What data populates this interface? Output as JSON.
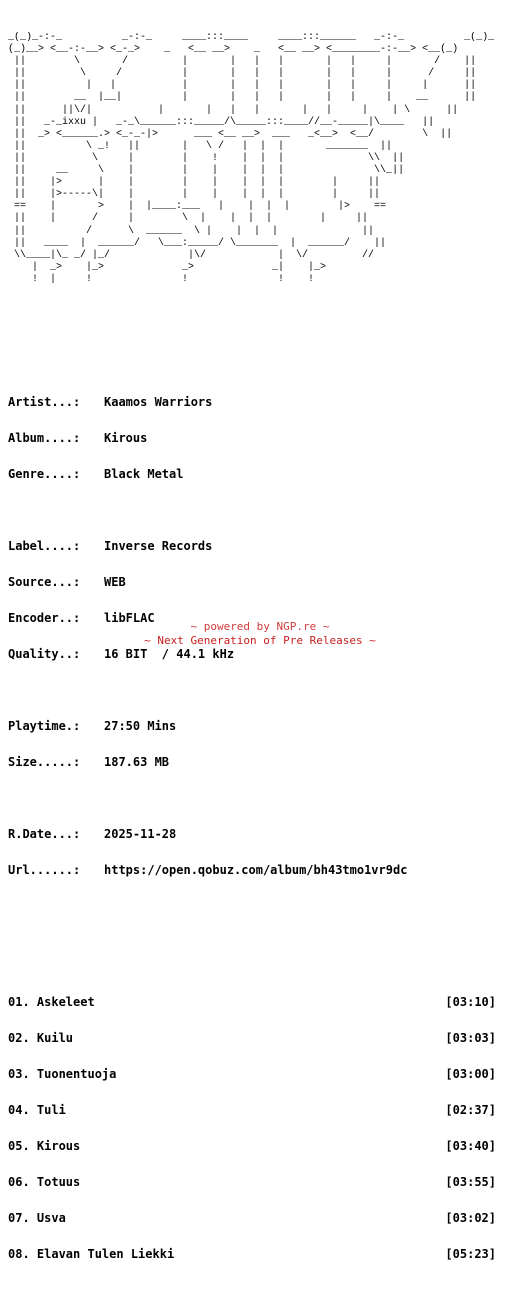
{
  "art": "_(_)_-:-_          _-:-_     ____:::____     ____:::______   _-:-_          _(_)_\n(_)__> <__-:-__> <_-_>    _   <__ __>    _   <__ __> <________-:-__> <__(_)\n ||        \\       /         |       |   |   |       |   |     |       /    ||\n ||         \\     /          |       |   |   |       |   |     |      /     ||\n ||          |   |           |       |   |   |       |   |     |     |      ||\n ||        __  |__|          |       |   |   |       |   |     |    __      ||\n ||      ||\\/|           |       |   |   |       |   |     |    | \\      ||\n ||   _-_ixxu |   _-_\\______:::_____/\\_____:::____//__-_____|\\____   ||\n ||  _> <______.> <_-_-|>      ___ <__ __>  ___   _<__>  <__/        \\  ||\n ||          \\ _!   ||       |   \\ /   |  |  |       _______  ||\n ||           \\     |        |    !    |  |  |              \\\\  ||\n ||     __     \\    |        |    |    |  |  |               \\\\_|| \n ||    |>      |    |        |    |    |  |  |        |     ||\n ||    |>-----\\|    |        |    |    |  |  |        |     ||\n ==    |       >    |  |____:___   |    |  |  |        |>    ==\n ||    |      /     |        \\  |    |  |  |        |     ||\n ||          /      \\  ______  \\ |    |  |  |              ||\n ||   ____  |  ______/   \\___:_____/ \\_______  |  ______/    ||\n \\\\____|\\_ _/ |_/             |\\/            |  \\/         //\n    |  _>    |_>             _>             _|    |_>      \n    !  |     !               !               !    !         ",
  "info": {
    "artist_label": "Artist...:",
    "artist": "Kaamos Warriors",
    "album_label": "Album....:",
    "album": "Kirous",
    "genre_label": "Genre....:",
    "genre": "Black Metal",
    "label_label": "Label....:",
    "label": "Inverse Records",
    "source_label": "Source...:",
    "source": "WEB",
    "encoder_label": "Encoder..:",
    "encoder": "libFLAC",
    "quality_label": "Quality..:",
    "quality": "16 BIT  / 44.1 kHz",
    "playtime_label": "Playtime.:",
    "playtime": "27:50 Mins",
    "size_label": "Size.....:",
    "size": "187.63 MB",
    "rdate_label": "R.Date...:",
    "rdate": "2025-11-28",
    "url_label": "Url......:",
    "url": "https://open.qobuz.com/album/bh43tmo1vr9dc"
  },
  "tracks": [
    {
      "title": "01. Askeleet",
      "time": "[03:10]"
    },
    {
      "title": "02. Kuilu",
      "time": "[03:03]"
    },
    {
      "title": "03. Tuonentuoja",
      "time": "[03:00]"
    },
    {
      "title": "04. Tuli",
      "time": "[02:37]"
    },
    {
      "title": "05. Kirous",
      "time": "[03:40]"
    },
    {
      "title": "06. Totuus",
      "time": "[03:55]"
    },
    {
      "title": "07. Usva",
      "time": "[03:02]"
    },
    {
      "title": "08. Elavan Tulen Liekki",
      "time": "[05:23]"
    }
  ],
  "footer": {
    "line1": "~ powered by NGP.re ~",
    "line2": "~ Next Generation of Pre Releases ~"
  },
  "colors": {
    "text": "#000000",
    "footer_line1": "#d23c3c",
    "footer_line2": "#c81e1e",
    "background": "#ffffff"
  }
}
